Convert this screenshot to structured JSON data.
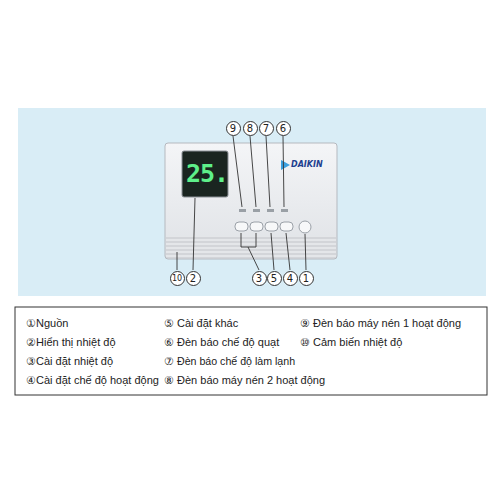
{
  "diagram": {
    "labels": [
      "9",
      "8",
      "7",
      "6",
      "DAIKIN",
      "25.",
      "10",
      "2",
      "3",
      "5",
      "4",
      "1",
      "①Nguồn",
      "⑤ Cài đặt khác",
      "⑨ Đèn báo máy nén 1 hoạt động",
      "②Hiển thị nhiệt độ",
      "⑥ Đèn báo chế độ quạt",
      "⑩ Cảm biến nhiệt độ",
      "③Cài đặt nhiệt độ",
      "⑦ Đèn báo chế độ làm lạnh",
      "④Cài đặt chế độ hoạt động",
      "⑧ Đèn báo máy nén 2 hoạt động"
    ]
  }
}
